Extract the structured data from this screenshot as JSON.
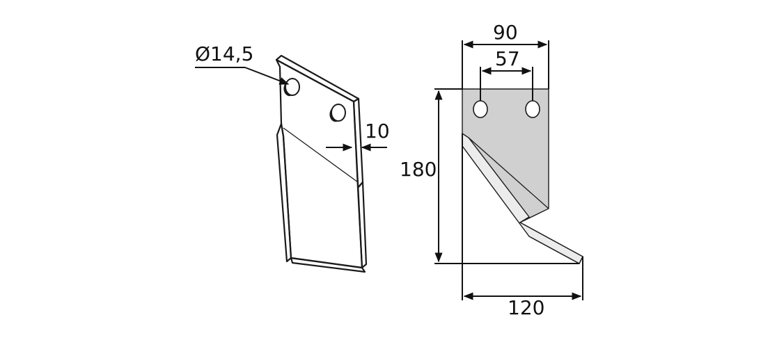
{
  "labels": {
    "hole_diameter": "Ø14,5",
    "thickness": "10",
    "width_top": "90",
    "hole_spacing": "57",
    "height": "180",
    "width_bottom": "120"
  },
  "colors": {
    "line": "#1a1a1a",
    "blade_face": "#ffffff",
    "blade_fill_side": "#d0d0d0",
    "bevel": "#e8e8e8"
  }
}
